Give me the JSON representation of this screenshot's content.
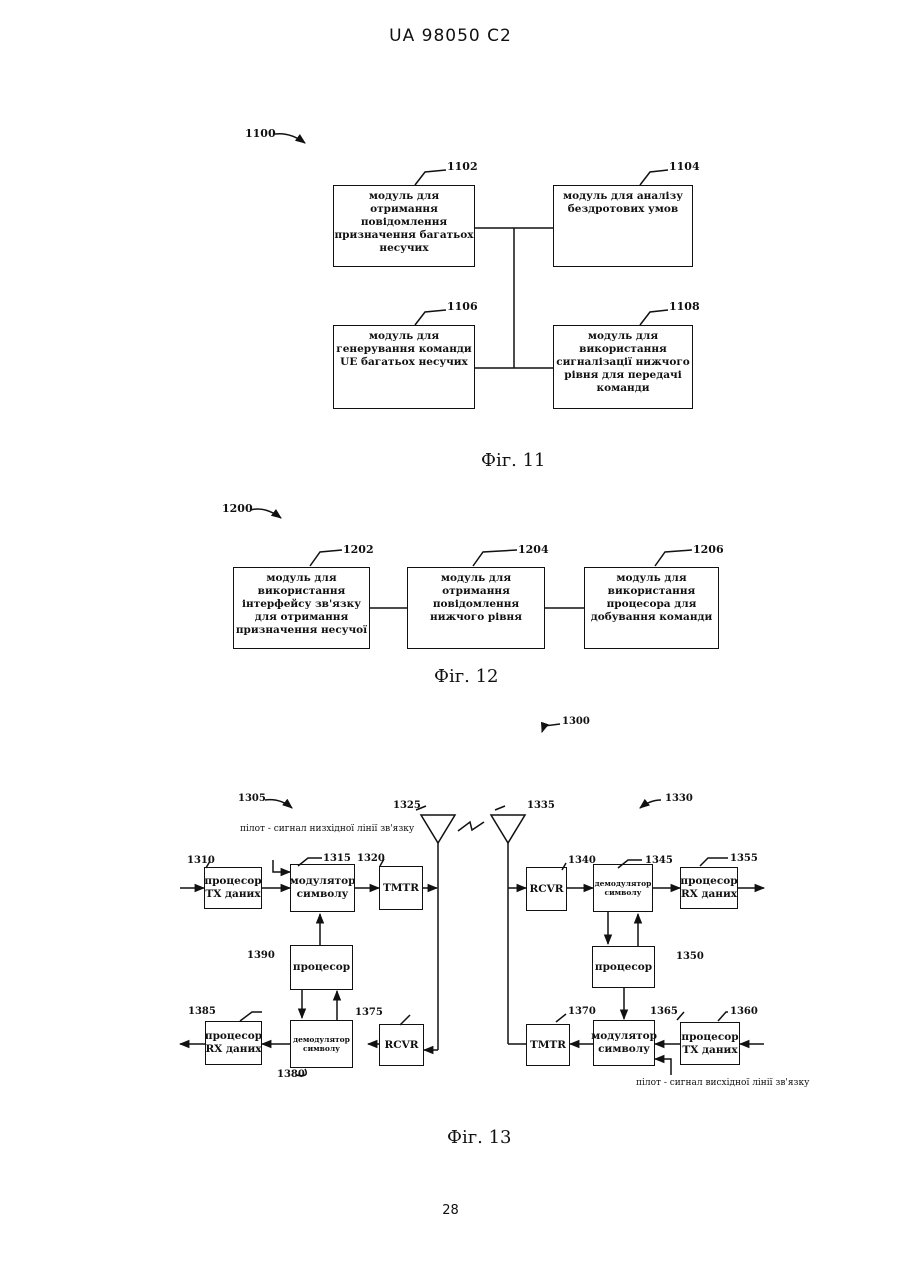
{
  "header": "UA   98050   C2",
  "page_number": "28",
  "fig11": {
    "caption": "Фіг. 11",
    "ref": "1100",
    "boxes": [
      {
        "num": "1102",
        "text": "модуль для отримання повідомлення призначення багатьох несучих"
      },
      {
        "num": "1104",
        "text": "модуль для аналізу бездротових умов"
      },
      {
        "num": "1106",
        "text": "модуль для генерування команди UE багатьох несучих"
      },
      {
        "num": "1108",
        "text": "модуль для використання сигналізації нижчого рівня для передачі команди"
      }
    ]
  },
  "fig12": {
    "caption": "Фіг. 12",
    "ref": "1200",
    "boxes": [
      {
        "num": "1202",
        "text": "модуль для використання інтерфейсу зв'язку для отримання призначення несучої"
      },
      {
        "num": "1204",
        "text": "модуль для отримання повідомлення нижчого рівня"
      },
      {
        "num": "1206",
        "text": "модуль для використання процесора для добування команди"
      }
    ]
  },
  "fig13": {
    "caption": "Фіг. 13",
    "ref": "1300",
    "left_ref": "1305",
    "right_ref": "1330",
    "antenna_left": "1325",
    "antenna_right": "1335",
    "pilot_down": "пілот - сигнал низхідної лінії зв'язку",
    "pilot_up": "пілот - сигнал висхідної лінії зв'язку",
    "boxes": {
      "b1310": {
        "num": "1310",
        "text": "процесор TX даних"
      },
      "b1315": {
        "num": "1315",
        "text": "модулятор символу"
      },
      "b1320": {
        "num": "1320",
        "text": "TMTR"
      },
      "b1390": {
        "num": "1390",
        "text": "процесор"
      },
      "b1385": {
        "num": "1385",
        "text": "процесор RX даних"
      },
      "b1380": {
        "num": "1380",
        "text": "демодулятор символу"
      },
      "b1375": {
        "num": "1375",
        "text": "RCVR"
      },
      "b1340": {
        "num": "1340",
        "text": "RCVR"
      },
      "b1345": {
        "num": "1345",
        "text": "демодулятор символу"
      },
      "b1355": {
        "num": "1355",
        "text": "процесор RX даних"
      },
      "b1350": {
        "num": "1350",
        "text": "процесор"
      },
      "b1370": {
        "num": "1370",
        "text": "TMTR"
      },
      "b1365": {
        "num": "1365",
        "text": "модулятор символу"
      },
      "b1360": {
        "num": "1360",
        "text": "процесор TX даних"
      }
    }
  }
}
